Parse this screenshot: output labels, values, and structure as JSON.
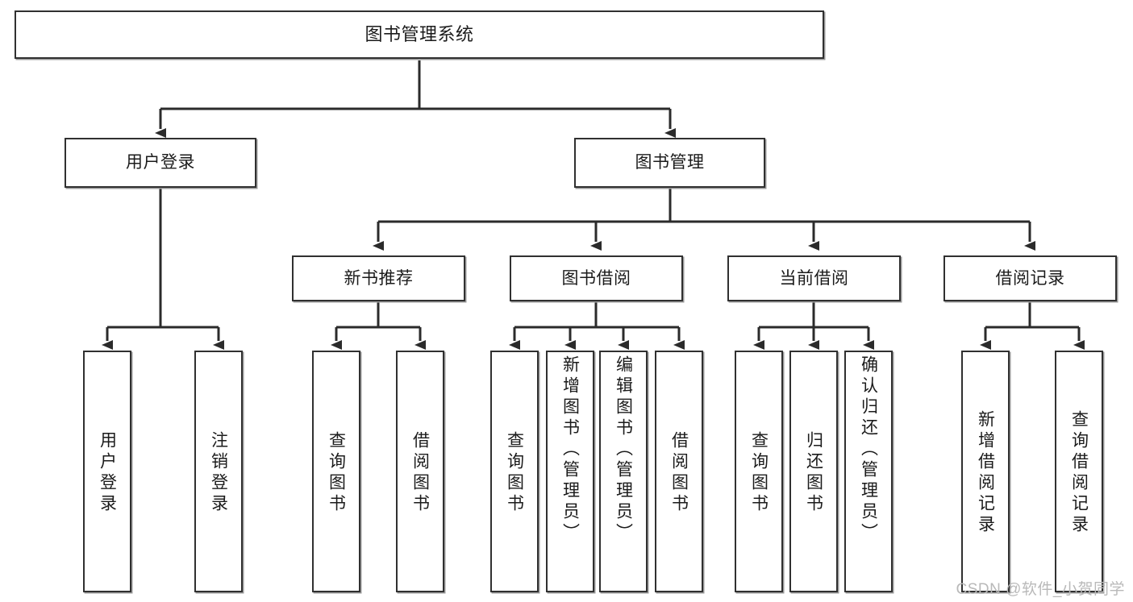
{
  "diagram": {
    "title": "图书管理系统",
    "type": "功能结构图",
    "watermark": "CSDN @软件_小贺同学",
    "colors": {
      "node_border": "#303030",
      "node_fill": "#ffffff",
      "edge": "#2b2b2b",
      "text": "#1b1b1b",
      "watermark": "#b9b9b9",
      "background": "#ffffff"
    },
    "nodes": {
      "root": {
        "label": "图书管理系统"
      },
      "level2": [
        {
          "id": "user-login",
          "label": "用户登录"
        },
        {
          "id": "book-manage",
          "label": "图书管理"
        }
      ],
      "level3": [
        {
          "id": "new-book-recommend",
          "label": "新书推荐"
        },
        {
          "id": "book-borrow",
          "label": "图书借阅"
        },
        {
          "id": "current-borrow",
          "label": "当前借阅"
        },
        {
          "id": "borrow-record",
          "label": "借阅记录"
        }
      ],
      "leaves": {
        "user-login": [
          {
            "id": "leaf-user-login",
            "label": "用户登录",
            "align": "center"
          },
          {
            "id": "leaf-user-logout",
            "label": "注销登录",
            "align": "center"
          }
        ],
        "new-book-recommend": [
          {
            "id": "leaf-query-book-1",
            "label": "查询图书",
            "align": "center"
          },
          {
            "id": "leaf-borrow-book-1",
            "label": "借阅图书",
            "align": "center"
          }
        ],
        "book-borrow": [
          {
            "id": "leaf-query-book-2",
            "label": "查询图书",
            "align": "center"
          },
          {
            "id": "leaf-add-book",
            "label": "新增图书（管理员）",
            "align": "top"
          },
          {
            "id": "leaf-edit-book",
            "label": "编辑图书（管理员）",
            "align": "top"
          },
          {
            "id": "leaf-borrow-book-2",
            "label": "借阅图书",
            "align": "center"
          }
        ],
        "current-borrow": [
          {
            "id": "leaf-query-book-3",
            "label": "查询图书",
            "align": "center"
          },
          {
            "id": "leaf-return-book",
            "label": "归还图书",
            "align": "center"
          },
          {
            "id": "leaf-confirm-return",
            "label": "确认归还（管理员）",
            "align": "top"
          }
        ],
        "borrow-record": [
          {
            "id": "leaf-add-record",
            "label": "新增借阅记录",
            "align": "center"
          },
          {
            "id": "leaf-query-record",
            "label": "查询借阅记录",
            "align": "center"
          }
        ]
      }
    }
  }
}
